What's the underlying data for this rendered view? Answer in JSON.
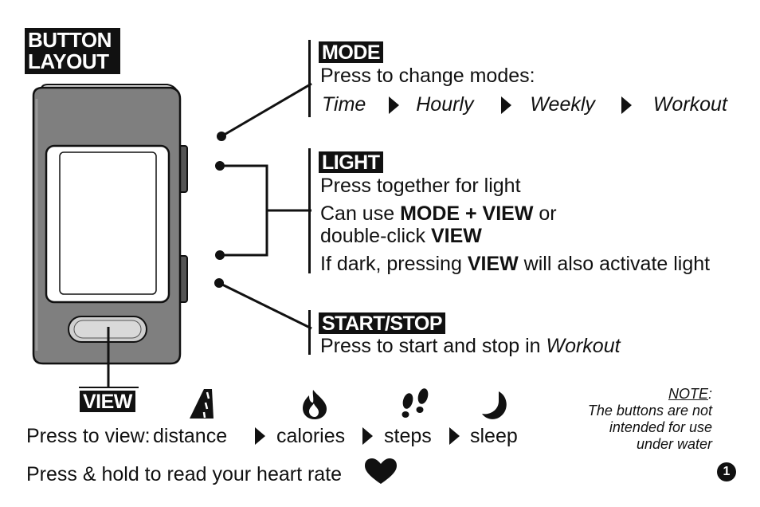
{
  "title": {
    "line1": "BUTTON",
    "line2": "LAYOUT"
  },
  "mode": {
    "label": "MODE",
    "desc": "Press to change modes:",
    "modes": [
      "Time",
      "Hourly",
      "Weekly",
      "Workout"
    ]
  },
  "light": {
    "label": "LIGHT",
    "line1": "Press together for light",
    "line2_pre": "Can use ",
    "line2_bold": "MODE + VIEW",
    "line2_post": " or",
    "line3_pre": "double-click ",
    "line3_bold": "VIEW",
    "line4_pre": "If dark, pressing ",
    "line4_bold": "VIEW",
    "line4_post": " will also activate light"
  },
  "startstop": {
    "label": "START/STOP",
    "desc_pre": "Press to start and stop in ",
    "desc_em": "Workout"
  },
  "view": {
    "label": "VIEW",
    "prefix": "Press to view: ",
    "items": [
      "distance",
      "calories",
      "steps",
      "sleep"
    ],
    "hold": "Press & hold to read your heart rate"
  },
  "note": {
    "title": "NOTE",
    "colon": ":",
    "line1": "The buttons are not",
    "line2": "intended for use",
    "line3": "under water"
  },
  "page_number": "1",
  "icons": [
    "road-icon",
    "flame-icon",
    "footprints-icon",
    "moon-icon",
    "heart-icon"
  ]
}
